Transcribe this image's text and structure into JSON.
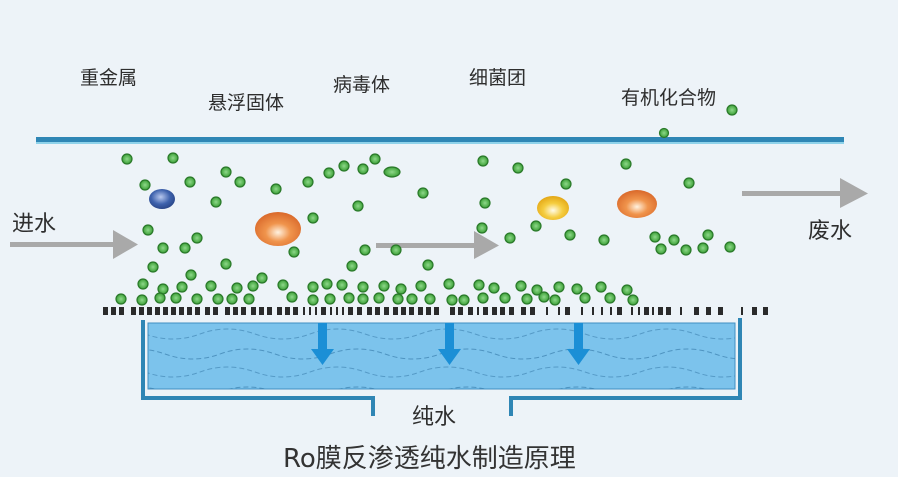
{
  "labels": {
    "heavy_metal": "重金属",
    "suspended_solids": "悬浮固体",
    "virus": "病毒体",
    "bacteria": "细菌团",
    "organics": "有机化合物",
    "inlet": "进水",
    "wastewater": "废水",
    "pure_water": "纯水"
  },
  "title": "Ro膜反渗透纯水制造原理",
  "colors": {
    "background": "#edf3f8",
    "top_wall": "#2f86b5",
    "particle_green": "#5cb85c",
    "particle_border": "#2a7a2a",
    "heavy_metal": "#3a5fa8",
    "suspended": "#e8803a",
    "bacteria": "#f2c230",
    "organics": "#e8703a",
    "water": "#7cc3ec",
    "pool_border": "#2f86b5",
    "arrow_gray": "#a9a9a9",
    "arrow_blue": "#1b8fd6",
    "membrane": "#2b2b2b"
  }
}
